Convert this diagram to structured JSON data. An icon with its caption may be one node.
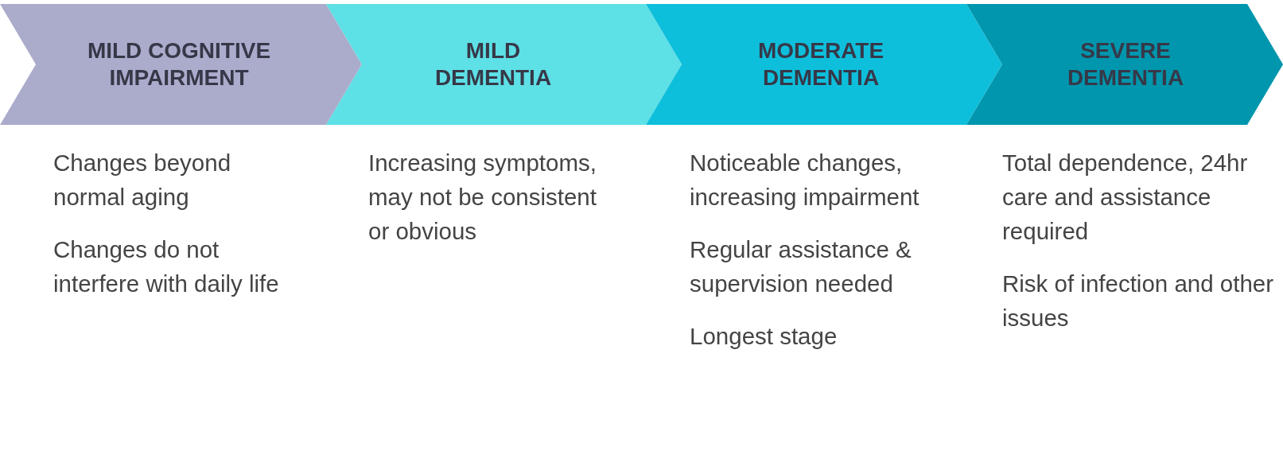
{
  "diagram": {
    "nodes": [
      {
        "text": [
          "MILD COGNITIVE IMPAIRMENT"
        ],
        "beside": [
          "Changes beyond normal aging",
          "Changes do not interfere with daily life"
        ]
      },
      {
        "text": [
          "MILD DEMENTIA"
        ],
        "beside": [
          "Increasing symptoms, may not be consistent or obvious"
        ]
      },
      {
        "text": [
          "MODERATE DEMENTIA"
        ],
        "beside": [
          "Noticeable changes, increasing impairment",
          "Regular assistance & supervision needed",
          "Longest stage"
        ]
      },
      {
        "text": [
          "SEVERE DEMENTIA"
        ],
        "beside": [
          "Total dependence, 24hr care and assistance required",
          "Risk of infection and other issues"
        ]
      }
    ]
  }
}
